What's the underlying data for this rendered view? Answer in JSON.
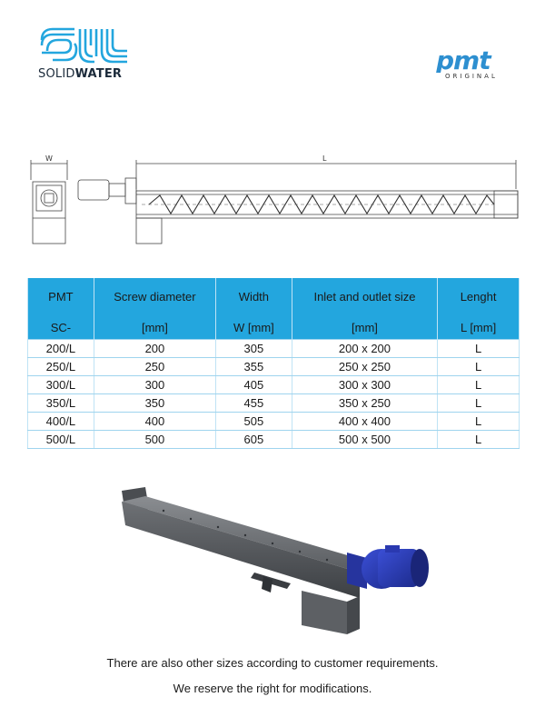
{
  "logos": {
    "left_brand": "SOLIDWATER",
    "left_brand_light": "SOLID",
    "left_brand_bold": "WATER",
    "right_brand": "pmt",
    "right_sub": "ORIGINAL",
    "brand_blue": "#23a6de",
    "pmt_blue": "#2d8fd0"
  },
  "drawing": {
    "dim_w": "W",
    "dim_l": "L"
  },
  "table": {
    "header_top": [
      "PMT",
      "Screw diameter",
      "Width",
      "Inlet and outlet size",
      "Lenght"
    ],
    "header_units": [
      "SC-",
      "[mm]",
      "W [mm]",
      "[mm]",
      "L [mm]"
    ],
    "rows": [
      [
        "200/L",
        "200",
        "305",
        "200 x 200",
        "L"
      ],
      [
        "250/L",
        "250",
        "355",
        "250 x 250",
        "L"
      ],
      [
        "300/L",
        "300",
        "405",
        "300 x 300",
        "L"
      ],
      [
        "350/L",
        "350",
        "455",
        "350 x 250",
        "L"
      ],
      [
        "400/L",
        "400",
        "505",
        "400 x 400",
        "L"
      ],
      [
        "500/L",
        "500",
        "605",
        "500 x 500",
        "L"
      ]
    ],
    "header_color": "#23a6de"
  },
  "notes": {
    "line1": "There are also other sizes according to customer requirements.",
    "line2": "We reserve the right for modifications."
  }
}
